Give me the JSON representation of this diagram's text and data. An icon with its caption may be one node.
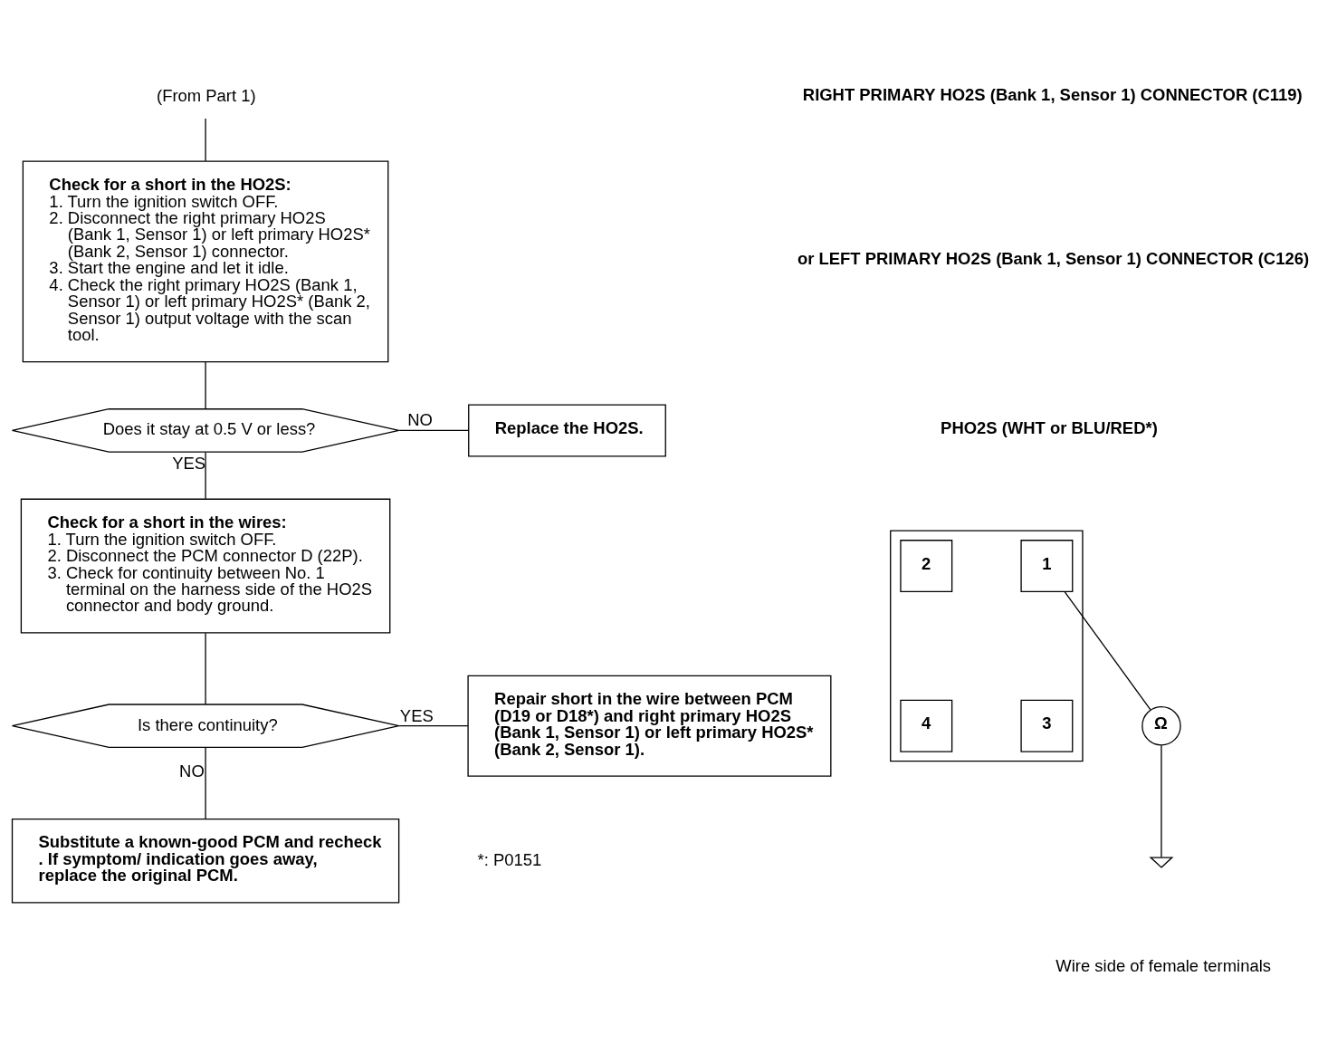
{
  "diagram": {
    "nodes": [
      {
        "text": [
          "(From Part 1)"
        ]
      },
      {
        "text": [
          "Check for a short in the HO2S:",
          "1. Turn the ignition switch OFF.",
          "2. Disconnect the right primary HO2S (Bank 1, Sensor 1) or left primary HO2S* (Bank 2, Sensor 1) connector.",
          "3. Start the engine and let it idle.",
          "4. Check the right primary HO2S (Bank 1, Sensor 1) or left primary HO2S* (Bank 2, Sensor 1) output voltage with the scan tool."
        ]
      },
      {
        "text": [
          "Does it stay at 0.5 V or less?"
        ]
      },
      {
        "text": [
          "Replace the HO2S."
        ]
      },
      {
        "text": [
          "Check for a short in the wires:",
          "1. Turn the ignition switch OFF.",
          "2. Disconnect the PCM connector D (22P).",
          "3. Check for continuity between No. 1 terminal on the harness side of the HO2S connector and body ground."
        ]
      },
      {
        "text": [
          "Is there continuity?"
        ]
      },
      {
        "text": [
          "Repair short in the wire between PCM (D19 or D18*) and right primary HO2S (Bank 1, Sensor 1) or left primary HO2S* (Bank 2, Sensor 1)."
        ]
      },
      {
        "text": [
          "Substitute a known-good PCM and recheck . If symptom/ indication goes away, replace the original PCM."
        ]
      },
      {
        "text": [],
        "shape": "box"
      },
      {
        "text": [
          "1"
        ],
        "in": 8
      },
      {
        "text": [
          "2"
        ],
        "in": 8
      },
      {
        "text": [
          "3"
        ],
        "in": 8
      },
      {
        "text": [
          "4"
        ],
        "in": 8
      },
      {
        "text": [
          "Ω"
        ]
      },
      {
        "text": [],
        "shape": "ground"
      }
    ],
    "edges": [
      {
        "from": 0,
        "to": 1,
        "arrow": "none"
      },
      {
        "from": 1,
        "to": 2,
        "arrow": "none"
      },
      {
        "from": 2,
        "to": 3,
        "arrow": "none",
        "label": "NO"
      },
      {
        "from": 2,
        "to": 4,
        "arrow": "none",
        "label": "YES"
      },
      {
        "from": 4,
        "to": 5,
        "arrow": "none"
      },
      {
        "from": 5,
        "to": 6,
        "arrow": "none",
        "label": "YES"
      },
      {
        "from": 5,
        "to": 7,
        "arrow": "none",
        "label": "NO"
      },
      {
        "from": 9,
        "to": 13,
        "arrow": "none"
      },
      {
        "from": 13,
        "to": 14,
        "arrow": "none"
      }
    ],
    "labels": [
      "RIGHT PRIMARY HO2S (Bank 1, Sensor 1) CONNECTOR (C119)",
      "or LEFT PRIMARY HO2S (Bank 1, Sensor 1) CONNECTOR (C126)",
      "PHO2S (WHT or BLU/RED*)",
      "Wire side of female terminals",
      "*: P0151"
    ]
  }
}
